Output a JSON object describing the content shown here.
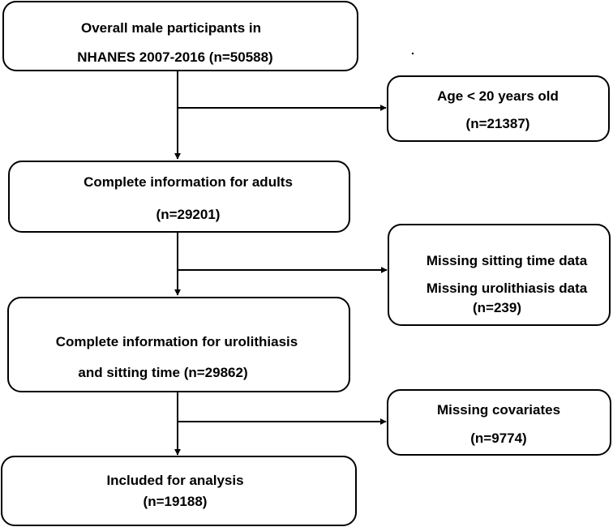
{
  "flowchart": {
    "boxes": [
      {
        "id": "box-overall",
        "lines": [
          "Overall male participants in",
          "NHANES 2007-2016 (n=50588)"
        ]
      },
      {
        "id": "box-age",
        "lines": [
          "Age < 20 years old",
          "(n=21387)"
        ]
      },
      {
        "id": "box-adults",
        "lines": [
          "Complete information for adults",
          "(n=29201)"
        ]
      },
      {
        "id": "box-missing-data",
        "lines": [
          "Missing  sitting time data",
          "Missing urolithiasis data",
          "(n=239)"
        ]
      },
      {
        "id": "box-urolithiasis",
        "lines": [
          "Complete information for urolithiasis",
          "and sitting time (n=29862)"
        ]
      },
      {
        "id": "box-covariates",
        "lines": [
          "Missing  covariates",
          "(n=9774)"
        ]
      },
      {
        "id": "box-included",
        "lines": [
          "Included for analysis",
          "(n=19188)"
        ]
      }
    ]
  }
}
